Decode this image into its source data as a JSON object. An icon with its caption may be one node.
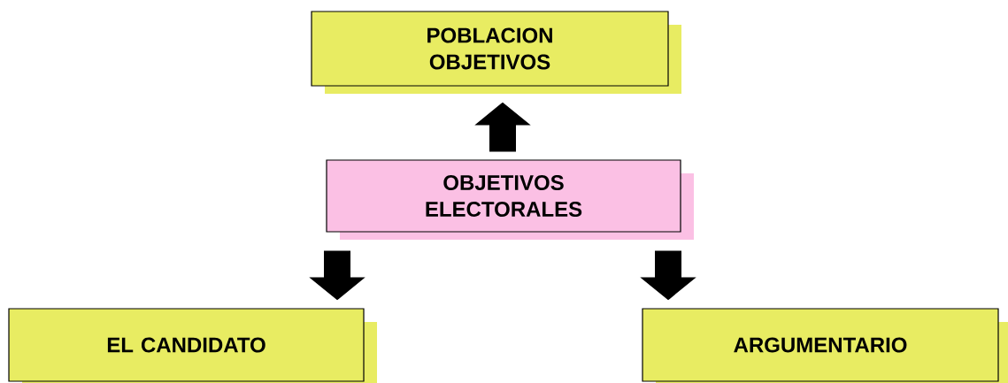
{
  "diagram": {
    "nodes": [
      {
        "text": [
          "POBLACION OBJETIVOS"
        ]
      },
      {
        "text": [
          "OBJETIVOS ELECTORALES"
        ]
      },
      {
        "text": [
          "EL CANDIDATO"
        ]
      },
      {
        "text": [
          "ARGUMENTARIO"
        ]
      }
    ],
    "edges": [
      {
        "from": 1,
        "to": 0,
        "arrow": "to"
      },
      {
        "from": 1,
        "to": 2,
        "arrow": "to"
      },
      {
        "from": 1,
        "to": 3,
        "arrow": "to"
      }
    ]
  }
}
